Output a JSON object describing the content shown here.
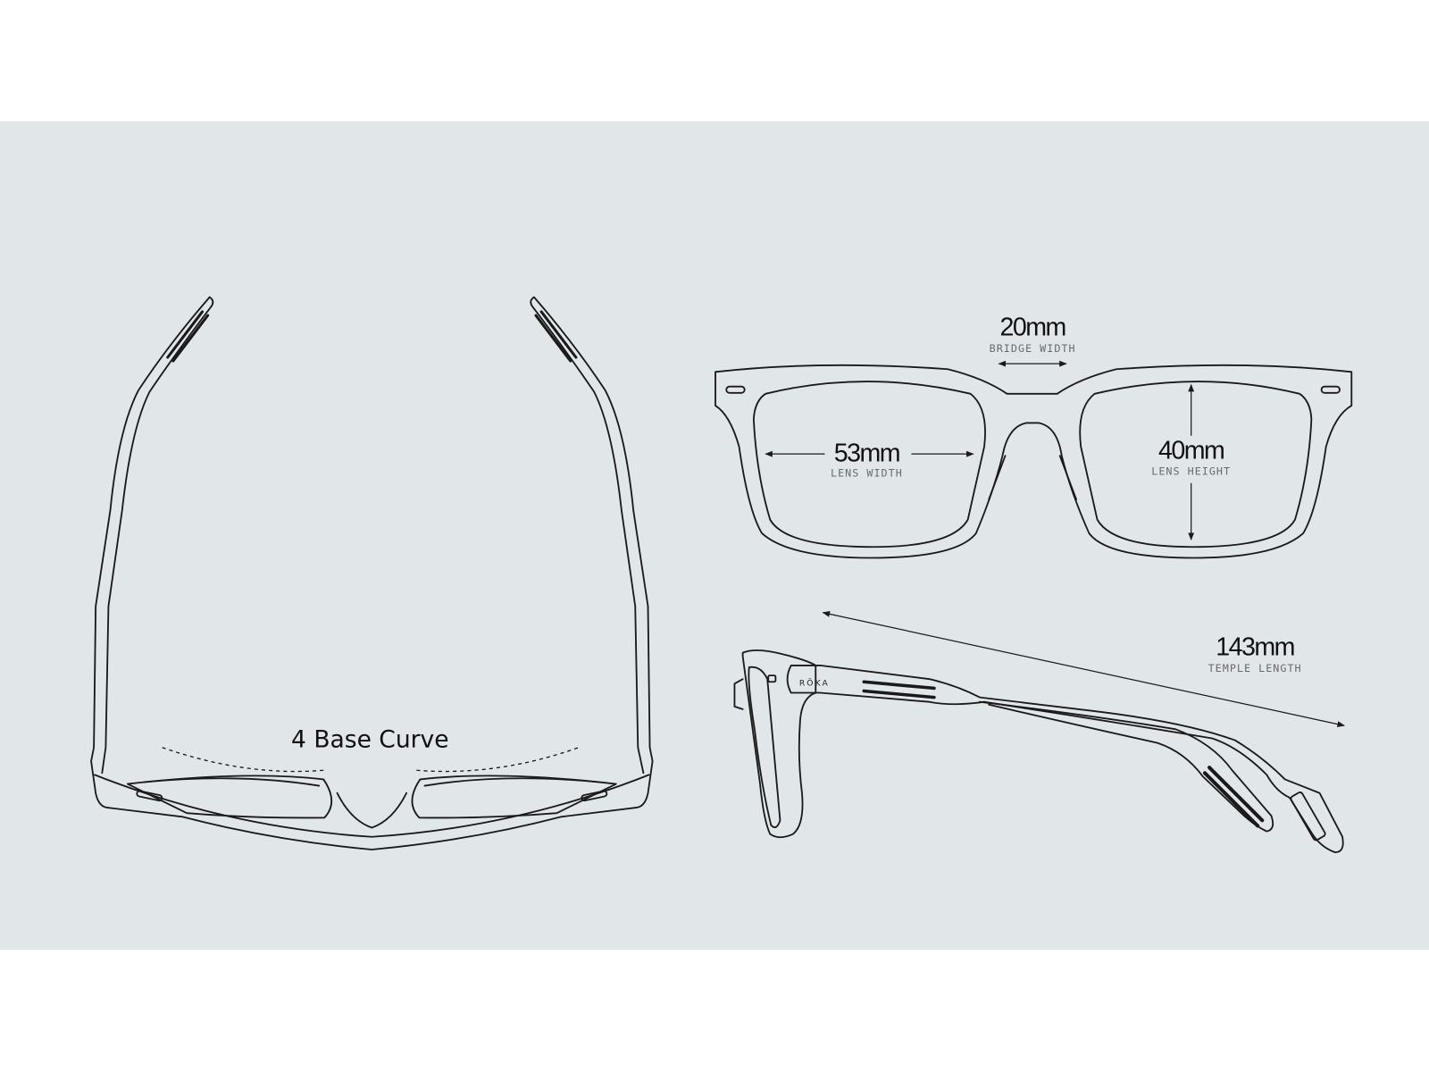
{
  "colors": {
    "background": "#ffffff",
    "panel": "#e1e6e8",
    "line": "#1a1a1a",
    "label": "#6a6a6a"
  },
  "top_view": {
    "base_curve_label": "4 Base Curve"
  },
  "front_view": {
    "bridge": {
      "value": "20mm",
      "label": "BRIDGE WIDTH"
    },
    "lens_width": {
      "value": "53mm",
      "label": "LENS WIDTH"
    },
    "lens_height": {
      "value": "40mm",
      "label": "LENS HEIGHT"
    }
  },
  "side_view": {
    "temple": {
      "value": "143mm",
      "label": "TEMPLE LENGTH"
    },
    "logo": "RŌKA"
  }
}
